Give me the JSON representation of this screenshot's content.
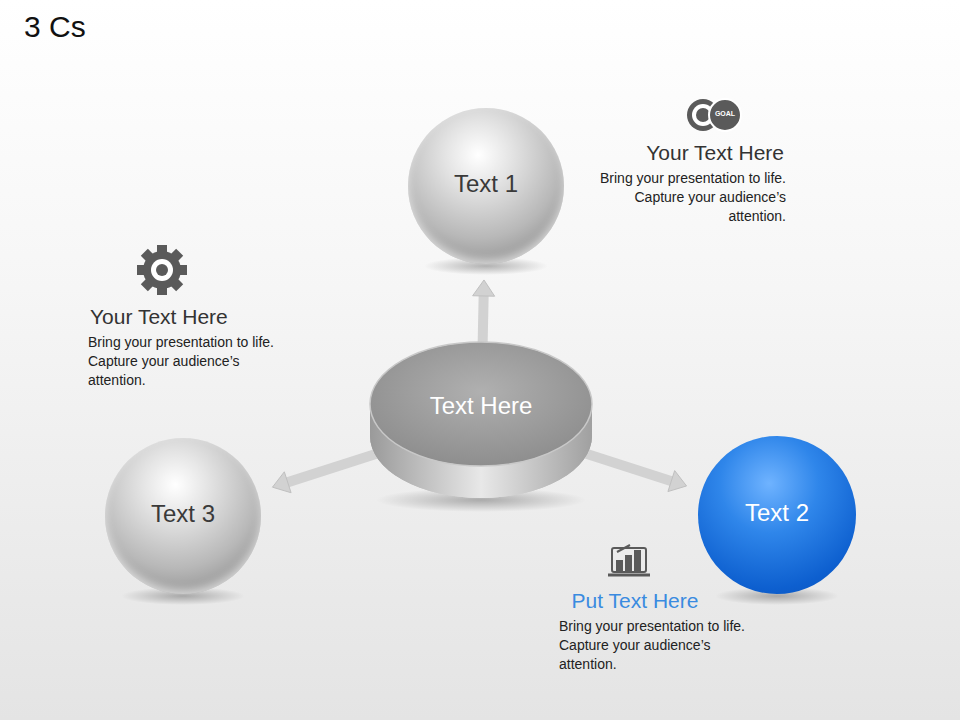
{
  "diagram": {
    "title": "3 Cs",
    "nodes": [
      {
        "text": [
          "Text 1"
        ]
      },
      {
        "text": [
          "Text Here"
        ]
      },
      {
        "text": [
          "Text 3"
        ]
      },
      {
        "text": [
          "Text 2"
        ]
      }
    ],
    "edges": [
      {
        "from": 1,
        "to": 0,
        "arrow": "to"
      },
      {
        "from": 1,
        "to": 3,
        "arrow": "to"
      },
      {
        "from": 1,
        "to": 2,
        "arrow": "to"
      }
    ],
    "labels": [
      "GOAL",
      "Your Text Here",
      "Bring your presentation to life. Capture your audience’s attention.",
      "Your Text Here",
      "Bring your presentation to life. Capture your audience’s attention.",
      "Put Text Here",
      "Bring your presentation to life. Capture your audience’s attention."
    ]
  }
}
